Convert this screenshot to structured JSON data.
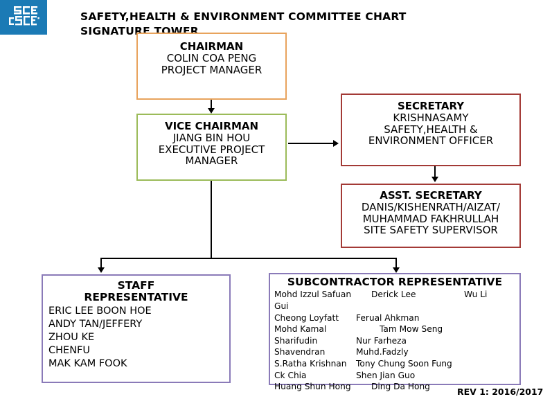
{
  "logo": {
    "alt_text": "CSCEC",
    "background_color": "#1b7ab5"
  },
  "title": {
    "line1": "SAFETY,HEALTH & ENVIRONMENT COMMITTEE CHART",
    "line2": "SIGNATURE TOWER"
  },
  "boxes": {
    "chairman": {
      "heading": "CHAIRMAN",
      "line1": "COLIN COA PENG",
      "line2": "PROJECT MANAGER",
      "border_color": "#E8A35C"
    },
    "vice_chairman": {
      "heading": "VICE CHAIRMAN",
      "line1": "JIANG BIN HOU",
      "line2": "EXECUTIVE PROJECT",
      "line3": "MANAGER",
      "border_color": "#9BBB59"
    },
    "secretary": {
      "heading": "SECRETARY",
      "line1": "KRISHNASAMY",
      "line2": "SAFETY,HEALTH &",
      "line3": "ENVIRONMENT OFFICER",
      "border_color": "#A33A36"
    },
    "asst_secretary": {
      "heading": "ASST. SECRETARY",
      "line1": "DANIS/KISHENRATH/AIZAT/",
      "line2": "MUHAMMAD FAKHRULLAH",
      "line3": "SITE SAFETY SUPERVISOR",
      "border_color": "#A33A36"
    },
    "staff_representative": {
      "heading_line1": "STAFF",
      "heading_line2": "REPRESENTATIVE",
      "border_color": "#8A7AB8",
      "names": [
        "ERIC LEE BOON HOE",
        "ANDY TAN/JEFFERY",
        "ZHOU KE",
        "CHENFU",
        "MAK KAM FOOK"
      ]
    },
    "subcontractor_representative": {
      "heading": "SUBCONTRACTOR REPRESENTATIVE",
      "border_color": "#8A7AB8",
      "rows": [
        {
          "c1": "Mohd Izzul Safuan",
          "c2": "Derick Lee",
          "c3": "Wu Li"
        },
        {
          "c1": "Gui",
          "c2": "",
          "c3": ""
        },
        {
          "c1": "Cheong Loyfatt",
          "c2": "Ferual Ahkman",
          "c3": ""
        },
        {
          "c1": "Mohd Kamal",
          "c2": "Tam Mow Seng",
          "c3": ""
        },
        {
          "c1": "Sharifudin",
          "c2": "Nur Farheza",
          "c3": ""
        },
        {
          "c1": "Shavendran",
          "c2": "Muhd.Fadzly",
          "c3": ""
        },
        {
          "c1": "S.Ratha Krishnan",
          "c2": "Tony Chung Soon Fung",
          "c3": ""
        },
        {
          "c1": "Ck Chia",
          "c2": "Shen Jian Guo",
          "c3": ""
        },
        {
          "c1": "Huang Shun Hong",
          "c2": "Ding Da Hong",
          "c3": ""
        }
      ]
    }
  },
  "revision": {
    "label": "REV 1: 2016/2017"
  }
}
